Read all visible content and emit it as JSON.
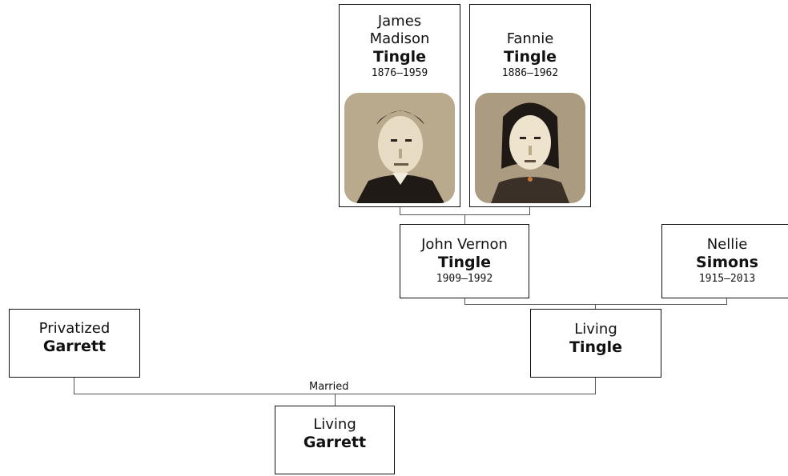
{
  "people": {
    "james": {
      "given": "James\nMadison",
      "surname": "Tingle",
      "dates": "1876–1959",
      "photo_icon": "portrait-photo-icon"
    },
    "fannie": {
      "given": "Fannie",
      "surname": "Tingle",
      "dates": "1886–1962",
      "photo_icon": "portrait-photo-icon"
    },
    "john": {
      "given": "John Vernon",
      "surname": "Tingle",
      "dates": "1909–1992"
    },
    "nellie": {
      "given": "Nellie",
      "surname": "Simons",
      "dates": "1915–2013"
    },
    "living_tingle": {
      "given": "Living",
      "surname": "Tingle"
    },
    "privatized": {
      "given": "Privatized",
      "surname": "Garrett"
    },
    "living_garrett": {
      "given": "Living",
      "surname": "Garrett"
    }
  },
  "labels": {
    "married": "Married"
  },
  "colors": {
    "border": "#111111",
    "line": "#555555",
    "photo_tint": "#d7c9ad"
  }
}
